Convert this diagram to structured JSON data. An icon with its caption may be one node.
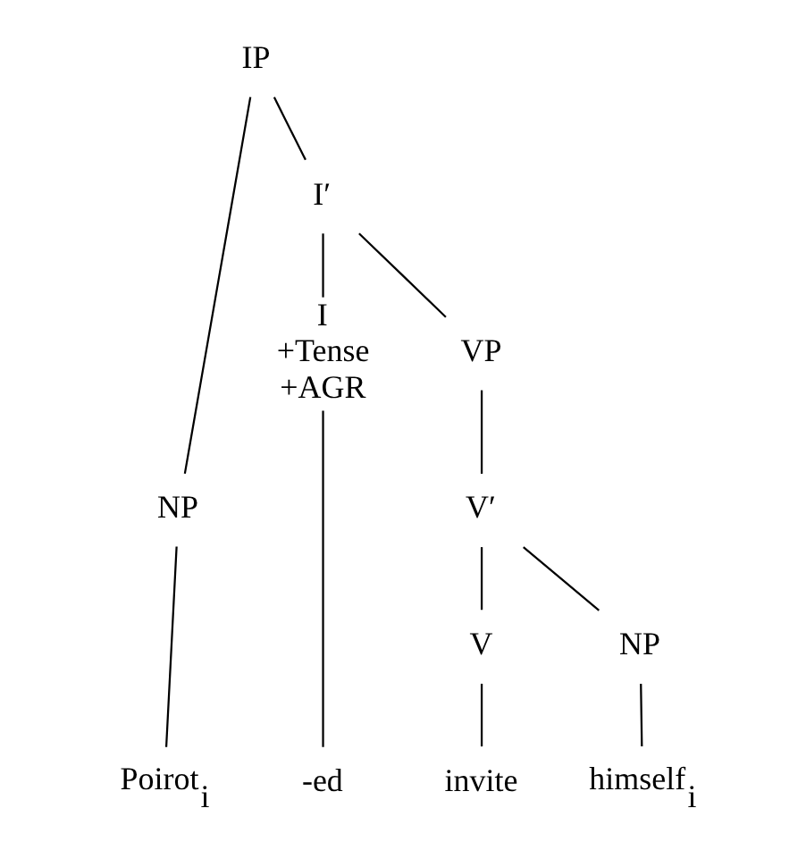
{
  "diagram": {
    "nodes": [
      {
        "text": [
          "IP"
        ]
      },
      {
        "text": [
          "NP"
        ]
      },
      {
        "text": [
          "I′"
        ]
      },
      {
        "text": [
          "I",
          "+Tense",
          "+AGR"
        ]
      },
      {
        "text": [
          "VP"
        ]
      },
      {
        "text": [
          "V′"
        ]
      },
      {
        "text": [
          "V"
        ]
      },
      {
        "text": [
          "NP"
        ]
      },
      {
        "text": [
          "Poirot$_{i}$"
        ]
      },
      {
        "text": [
          "-ed"
        ]
      },
      {
        "text": [
          "invite"
        ]
      },
      {
        "text": [
          "himself$_{i}$"
        ]
      }
    ],
    "edges": [
      {
        "from": 0,
        "to": 1,
        "arrow": "none"
      },
      {
        "from": 0,
        "to": 2,
        "arrow": "none"
      },
      {
        "from": 1,
        "to": 8,
        "arrow": "none"
      },
      {
        "from": 2,
        "to": 3,
        "arrow": "none"
      },
      {
        "from": 2,
        "to": 4,
        "arrow": "none"
      },
      {
        "from": 3,
        "to": 9,
        "arrow": "none"
      },
      {
        "from": 4,
        "to": 5,
        "arrow": "none"
      },
      {
        "from": 5,
        "to": 6,
        "arrow": "none"
      },
      {
        "from": 5,
        "to": 7,
        "arrow": "none"
      },
      {
        "from": 6,
        "to": 10,
        "arrow": "none"
      },
      {
        "from": 7,
        "to": 11,
        "arrow": "none"
      }
    ]
  }
}
